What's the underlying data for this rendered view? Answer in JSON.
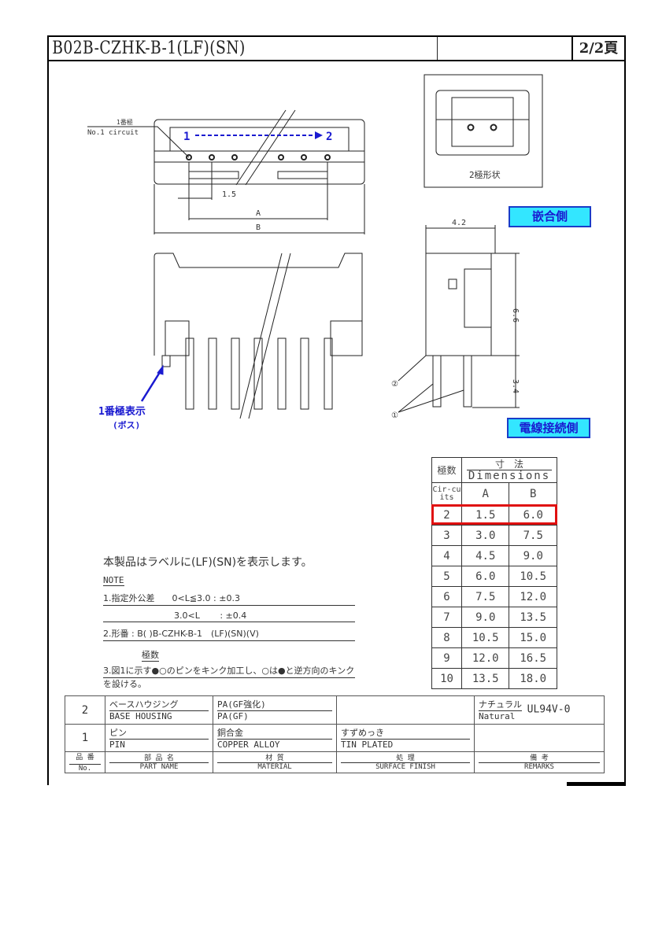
{
  "header": {
    "title": "B02B-CZHK-B-1(LF)(SN)",
    "page": "2/2頁"
  },
  "drawing": {
    "no1_circuit_jp": "1番極",
    "no1_circuit_en": "No.1 circuit",
    "arrow_start": "1",
    "arrow_end": "2",
    "pitch": "1.5",
    "dim_a": "A",
    "dim_b": "B",
    "shape_caption": "2極形状",
    "width_dim": "4.2",
    "height_dim": "6.6",
    "pin_dim": "3.4",
    "callout_2": "②",
    "callout_1": "①",
    "mating_side": "嵌合側",
    "wire_side": "電線接続側",
    "pin1_mark": "1番極表示",
    "pin1_mark_sub": "(ボス)"
  },
  "dimensions_table": {
    "h_circuits_jp": "極数",
    "h_dim_jp": "寸　法",
    "h_dim_en": "Dimensions",
    "h_circuits_en": "Cir-cuits",
    "h_a": "A",
    "h_b": "B",
    "highlight_color": "#e01010",
    "rows": [
      [
        "2",
        "1.5",
        "6.0"
      ],
      [
        "3",
        "3.0",
        "7.5"
      ],
      [
        "4",
        "4.5",
        "9.0"
      ],
      [
        "5",
        "6.0",
        "10.5"
      ],
      [
        "6",
        "7.5",
        "12.0"
      ],
      [
        "7",
        "9.0",
        "13.5"
      ],
      [
        "8",
        "10.5",
        "15.0"
      ],
      [
        "9",
        "12.0",
        "16.5"
      ],
      [
        "10",
        "13.5",
        "18.0"
      ]
    ]
  },
  "notes": {
    "label_note": "本製品はラベルに(LF)(SN)を表示します。",
    "title": "NOTE",
    "n1": "1.指定外公差　　0<L≦3.0 : ±0.3",
    "n1b": "3.0<L　　 : ±0.4",
    "n2": "2.形番 : B( )B-CZHK-B-1　(LF)(SN)(V)",
    "n2_sub": "極数",
    "n3": "3.図1に示す●○のピンをキンク加工し、○は●と逆方向のキンクを設ける。"
  },
  "parts": {
    "rows": [
      {
        "no": "2",
        "name_jp": "ベースハウジング",
        "name_en": "BASE HOUSING",
        "mat_jp": "PA(GF強化)",
        "mat_en": "PA(GF)",
        "finish_jp": "",
        "finish_en": "",
        "rem_jp": "ナチュラル",
        "rem_en": "Natural",
        "rem_grade": "UL94V-0"
      },
      {
        "no": "1",
        "name_jp": "ピン",
        "name_en": "PIN",
        "mat_jp": "銅合金",
        "mat_en": "COPPER ALLOY",
        "finish_jp": "すずめっき",
        "finish_en": "TIN PLATED"
      }
    ],
    "headers": {
      "no_jp": "品 番",
      "no_en": "No.",
      "name_jp": "部 品 名",
      "name_en": "PART NAME",
      "mat_jp": "材 質",
      "mat_en": "MATERIAL",
      "fin_jp": "処 理",
      "fin_en": "SURFACE FINISH",
      "rem_jp": "備 考",
      "rem_en": "REMARKS"
    }
  }
}
